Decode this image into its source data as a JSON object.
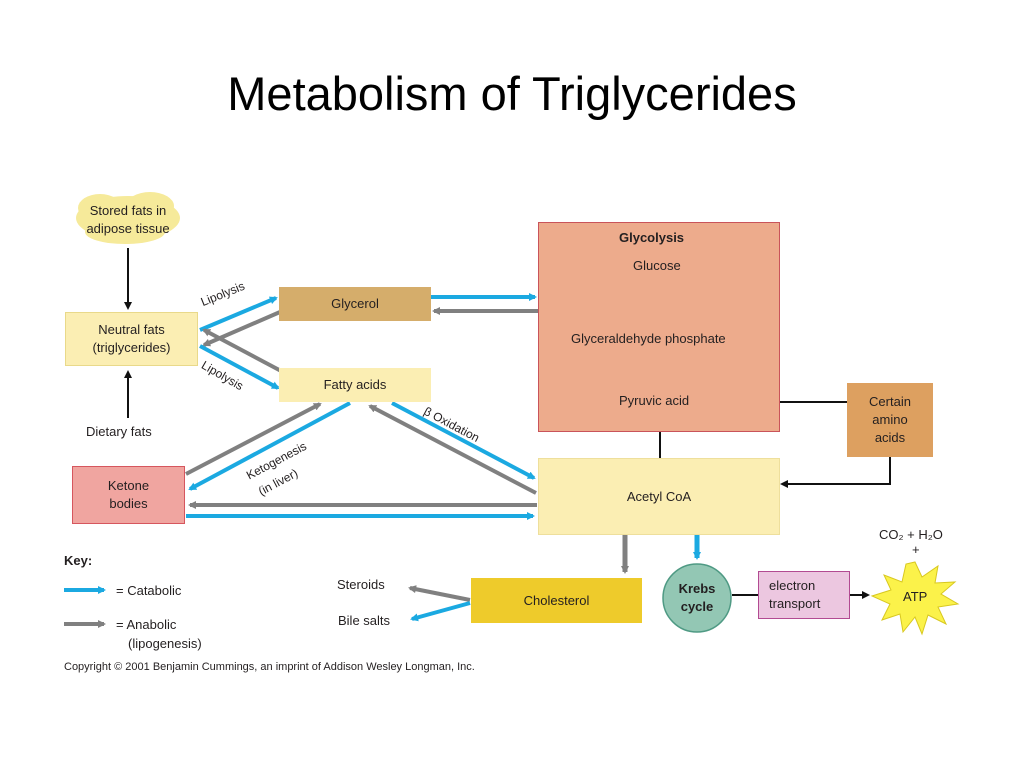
{
  "title": "Metabolism of Triglycerides",
  "colors": {
    "catabolic": "#1ba9e1",
    "anabolic": "#808080",
    "neutral_arrow": "#111111",
    "fat_box": "#fbeeb3",
    "glycerol_box": "#d5ad6b",
    "glycolysis_box": "#edab8c",
    "glycolysis_border": "#c9545a",
    "amino_box": "#dda060",
    "ketone_box": "#f0a5a0",
    "ketone_border": "#d6565e",
    "cholesterol_box": "#eecb2b",
    "krebs_circle": "#93c7b4",
    "electron_box": "#ecc7e0",
    "electron_border": "#b24b92",
    "atp_star": "#fbf24a",
    "cloud": "#f6ea9a"
  },
  "nodes": {
    "stored_fats": "Stored fats in adipose tissue",
    "neutral_fats_line1": "Neutral fats",
    "neutral_fats_line2": "(triglycerides)",
    "dietary_fats": "Dietary fats",
    "glycerol": "Glycerol",
    "fatty_acids": "Fatty acids",
    "glycolysis_title": "Glycolysis",
    "glucose": "Glucose",
    "glyceraldehyde": "Glyceraldehyde phosphate",
    "pyruvic_acid": "Pyruvic acid",
    "amino_line1": "Certain",
    "amino_line2": "amino",
    "amino_line3": "acids",
    "acetyl_coa": "Acetyl CoA",
    "ketone_line1": "Ketone",
    "ketone_line2": "bodies",
    "cholesterol": "Cholesterol",
    "steroids": "Steroids",
    "bile_salts": "Bile salts",
    "krebs_line1": "Krebs",
    "krebs_line2": "cycle",
    "electron_line1": "electron",
    "electron_line2": "transport",
    "atp": "ATP",
    "co2_h2o": "CO₂ + H₂O",
    "plus": "+"
  },
  "edge_labels": {
    "lipolysis_1": "Lipolysis",
    "lipolysis_2": "Lipolysis",
    "beta_oxidation": "β Oxidation",
    "ketogenesis": "Ketogenesis",
    "in_liver": "(in liver)"
  },
  "key": {
    "heading": "Key:",
    "catabolic": "= Catabolic",
    "anabolic": "= Anabolic",
    "anabolic_sub": "(lipogenesis)"
  },
  "copyright": "Copyright © 2001 Benjamin Cummings, an imprint of Addison Wesley Longman, Inc."
}
